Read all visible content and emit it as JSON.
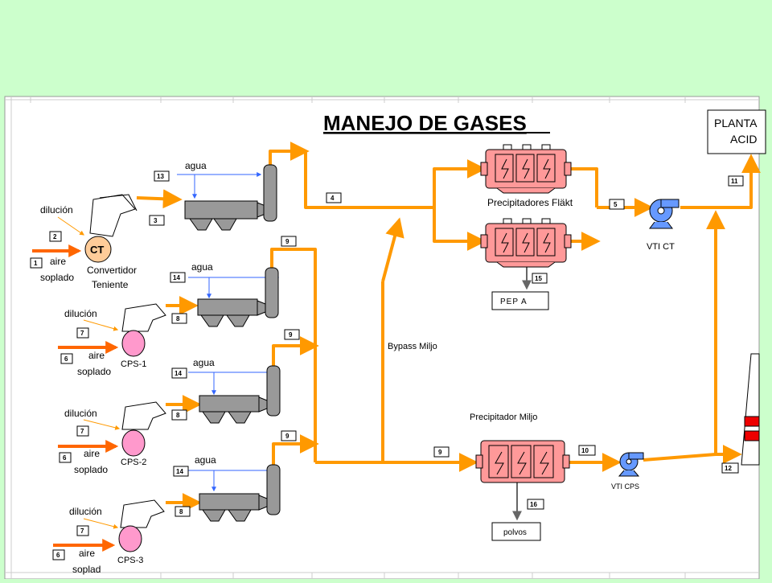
{
  "title": "MANEJO DE GASES",
  "planta_label_line1": "PLANTA",
  "planta_label_line2": "ACID",
  "colors": {
    "background": "#ccffcc",
    "sheet": "#ffffff",
    "gas_line": "#ff9900",
    "air_line": "#ff6600",
    "water_line": "#3366ff",
    "precipitator": "#ff9999",
    "converter": "#ffcc99",
    "cps": "#ff99cc",
    "fan": "#6699ff"
  },
  "labels": {
    "dilucion": "dilución",
    "agua": "agua",
    "aire": "aire",
    "soplado": "soplado",
    "soplad": "soplad",
    "ct": "CT",
    "convertidor_l1": "Convertidor",
    "convertidor_l2": "Teniente",
    "cps1": "CPS-1",
    "cps2": "CPS-2",
    "cps3": "CPS-3",
    "precipitadores_flakt": "Precipitadores Fläkt",
    "precipitador_miljo": "Precipitador Miljo",
    "bypass_miljo": "Bypass Miljo",
    "vti_ct": "VTI CT",
    "vti_cps": "VTI CPS",
    "pep_a": "PEP A",
    "polvos": "polvos"
  },
  "streams": {
    "s1": "1",
    "s2": "2",
    "s3": "3",
    "s4": "4",
    "s5": "5",
    "s6": "6",
    "s7": "7",
    "s8": "8",
    "s9": "9",
    "s10": "10",
    "s11": "11",
    "s12": "12",
    "s13": "13",
    "s14": "14",
    "s15": "15",
    "s16": "16"
  }
}
